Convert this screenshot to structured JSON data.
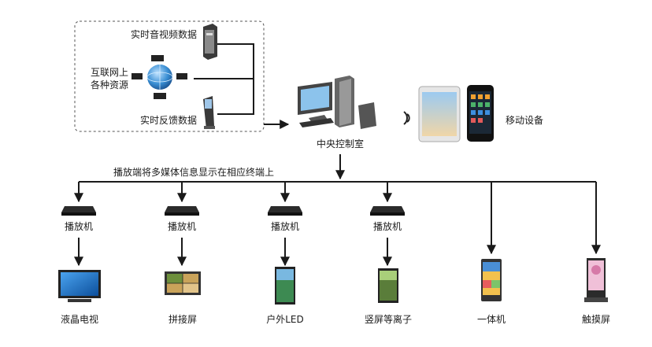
{
  "sources": {
    "realtime_av": "实时音视频数据",
    "internet_line1": "互联网上",
    "internet_line2": "各种资源",
    "feedback": "实时反馈数据"
  },
  "center": {
    "control_room": "中央控制室",
    "mobile": "移动设备",
    "broadcast_note": "播放端将多媒体信息显示在相应终端上"
  },
  "players": [
    "播放机",
    "播放机",
    "播放机",
    "播放机"
  ],
  "terminals": [
    "液晶电视",
    "拼接屏",
    "户外LED",
    "竖屏等离子",
    "一体机",
    "触摸屏"
  ],
  "colors": {
    "line": "#1a1a1a",
    "dashed_border": "#555555",
    "screen_blue": "#1e73c8",
    "device_dark": "#2b2b2b",
    "globe": "#2f7fc1"
  }
}
